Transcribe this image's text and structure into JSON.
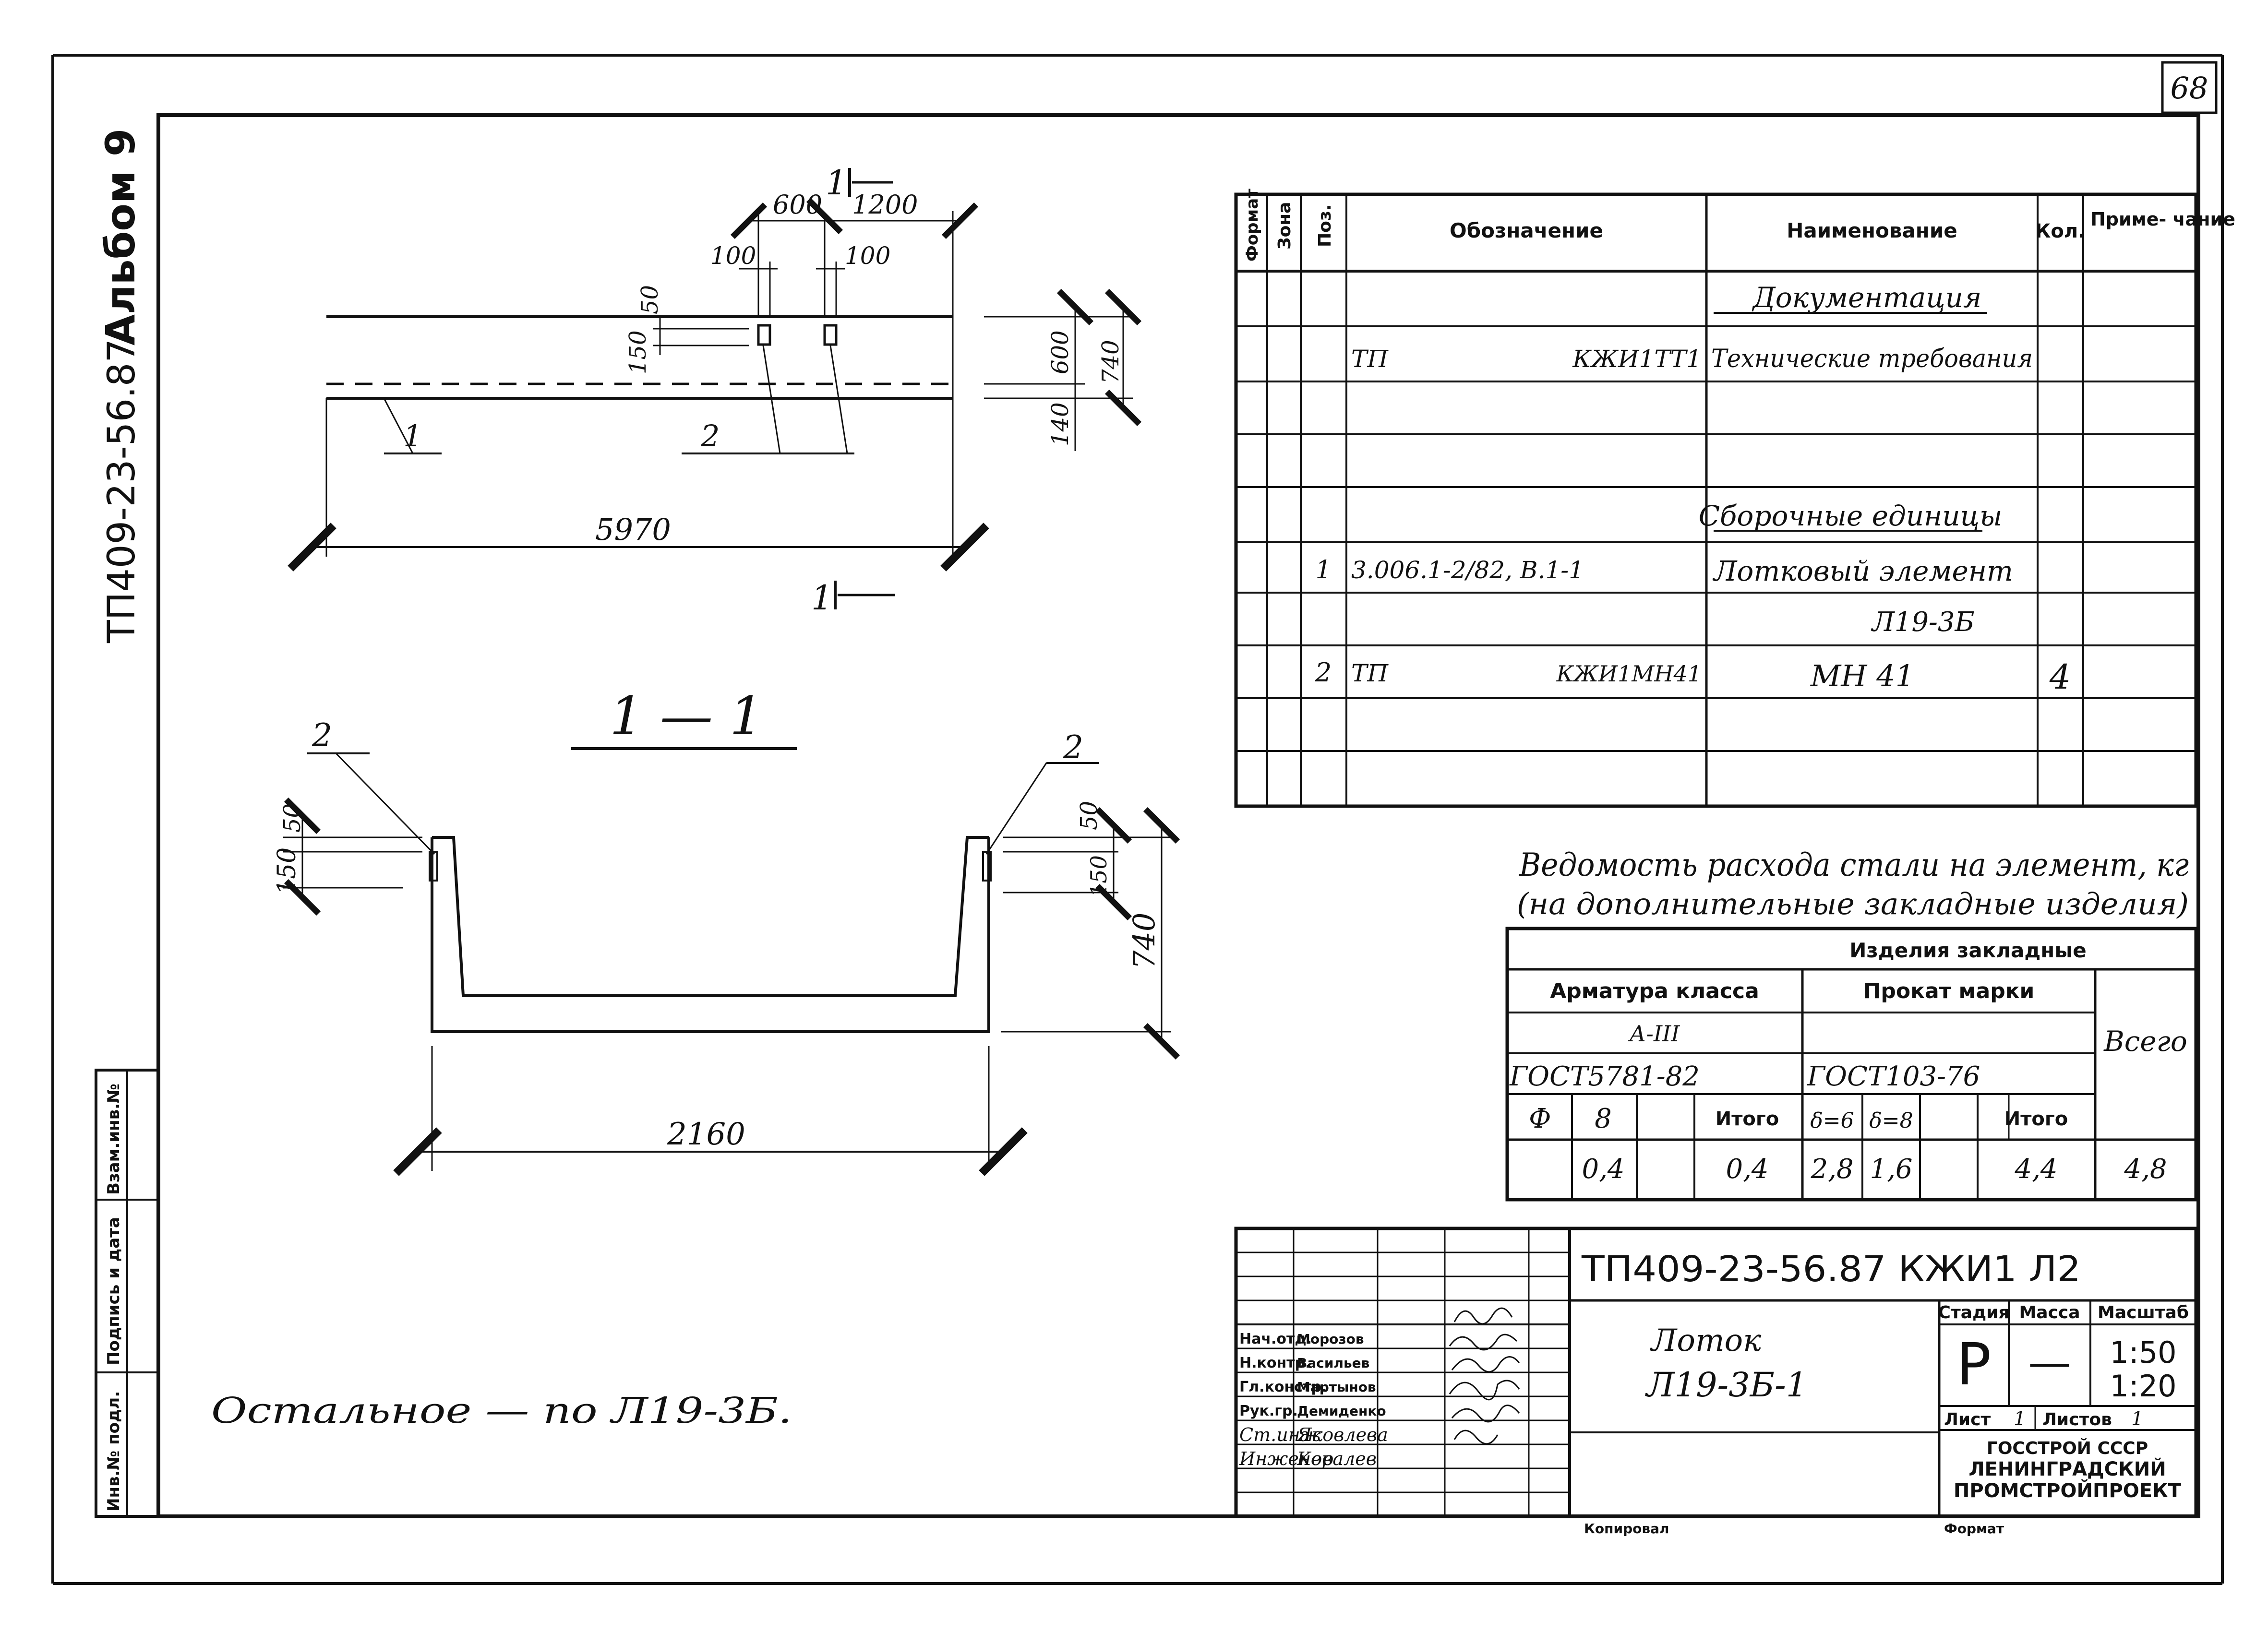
{
  "sheet_number": "68",
  "album_label": "Альбом 9",
  "project_code_vertical": "ТП409-23-56.87",
  "plan_view": {
    "section_mark": "1",
    "dims": {
      "d600": "600",
      "d1200": "1200",
      "d100a": "100",
      "d100b": "100",
      "d50": "50",
      "d150": "150",
      "h600": "600",
      "h740": "740",
      "h140": "140",
      "length": "5970"
    },
    "callout_1": "1",
    "callout_2": "2"
  },
  "section_view": {
    "title": "1 — 1",
    "callout_left": "2",
    "callout_right": "2",
    "dims": {
      "l50": "50",
      "l150": "150",
      "r50": "50",
      "r150": "150",
      "height": "740",
      "width": "2160"
    }
  },
  "spec_table": {
    "headers": {
      "format": "Формат",
      "zone": "Зона",
      "pos": "Поз.",
      "designation": "Обозначение",
      "name": "Наименование",
      "qty": "Кол.",
      "note": "Приме- чание"
    },
    "rows": [
      {
        "pos": "",
        "designation_left": "",
        "designation_right": "",
        "name": "Документация",
        "qty": "",
        "underline": true
      },
      {
        "pos": "",
        "designation_left": "ТП",
        "designation_right": "КЖИ1ТТ1",
        "name": "Технические требования",
        "qty": "",
        "underline": false
      },
      {
        "pos": "",
        "designation_left": "",
        "designation_right": "",
        "name": "",
        "qty": "",
        "underline": false
      },
      {
        "pos": "",
        "designation_left": "",
        "designation_right": "",
        "name": "Сборочные единицы",
        "qty": "",
        "underline": true
      },
      {
        "pos": "1",
        "designation_left": "3.006.1-2/82, В.1-1",
        "designation_right": "",
        "name": "Лотковый элемент",
        "qty": "",
        "underline": false
      },
      {
        "pos": "",
        "designation_left": "",
        "designation_right": "",
        "name": "Л19-3Б",
        "qty": "",
        "underline": false
      },
      {
        "pos": "2",
        "designation_left": "ТП",
        "designation_right": "КЖИ1МН41",
        "name": "МН 41",
        "qty": "4",
        "underline": false
      },
      {
        "pos": "",
        "designation_left": "",
        "designation_right": "",
        "name": "",
        "qty": "",
        "underline": false
      },
      {
        "pos": "",
        "designation_left": "",
        "designation_right": "",
        "name": "",
        "qty": "",
        "underline": false
      }
    ]
  },
  "steel_table": {
    "title_line1": "Ведомость расхода стали на элемент, кг",
    "title_line2": "(на дополнительные закладные изделия)",
    "group_header": "Изделия закладные",
    "rebar_header": "Арматура класса",
    "rebar_class": "А-III",
    "rebar_gost": "ГОСТ5781-82",
    "rolled_header": "Прокат марки",
    "rolled_gost": "ГОСТ103-76",
    "total_header": "Всего",
    "phi_label": "Ф",
    "col_headers": [
      "8",
      "",
      "Итого",
      "δ=6",
      "δ=8",
      "",
      "Итого"
    ],
    "values": [
      "0,4",
      "",
      "0,4",
      "2,8",
      "1,6",
      "",
      "4,4"
    ],
    "total_value": "4,8"
  },
  "note_text": "Остальное — по Л19-3Б.",
  "title_block": {
    "document_code": "ТП409-23-56.87   КЖИ1 Л2",
    "item_name_line1": "Лоток",
    "item_name_line2": "Л19-3Б-1",
    "stage_label": "Стадия",
    "mass_label": "Масса",
    "scale_label": "Масштаб",
    "stage_value": "Р",
    "mass_value": "—",
    "scale_value_1": "1:50",
    "scale_value_2": "1:20",
    "sheet_label": "Лист",
    "sheet_value": "1",
    "sheets_label": "Листов",
    "sheets_value": "1",
    "org_line1": "ГОССТРОЙ СССР",
    "org_line2": "ЛЕНИНГРАДСКИЙ",
    "org_line3": "ПРОМСТРОЙПРОЕКТ",
    "signatures": [
      {
        "role": "Нач.отд.",
        "name": "Морозов"
      },
      {
        "role": "Н.контр.",
        "name": "Васильев"
      },
      {
        "role": "Гл.констр.",
        "name": "Мартынов"
      },
      {
        "role": "Рук.гр.",
        "name": "Демиденко"
      },
      {
        "role": "Ст.инж",
        "name": "Яковлева"
      },
      {
        "role": "Инженер",
        "name": "Ковалев"
      }
    ],
    "copied_label": "Копировал",
    "format_label": "Формат"
  },
  "left_strip": {
    "label_1": "Инв.№ подл.",
    "label_2": "Подпись и дата",
    "label_3": "Взам.инв.№"
  }
}
